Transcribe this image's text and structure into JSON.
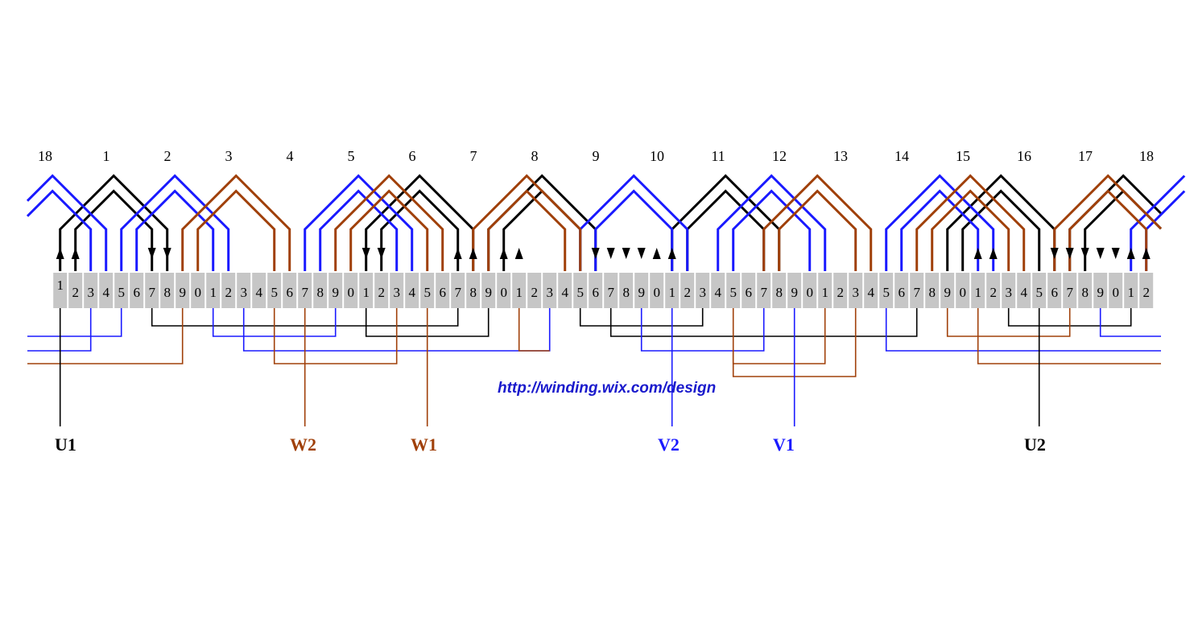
{
  "diagram": {
    "slot_labels": [
      "1",
      "2",
      "3",
      "4",
      "5",
      "6",
      "7",
      "8",
      "9",
      "0",
      "1",
      "2",
      "3",
      "4",
      "5",
      "6",
      "7",
      "8",
      "9",
      "0",
      "1",
      "2",
      "3",
      "4",
      "5",
      "6",
      "7",
      "8",
      "9",
      "0",
      "1",
      "2",
      "3",
      "4",
      "5",
      "6",
      "7",
      "8",
      "9",
      "0",
      "1",
      "2",
      "3",
      "4",
      "5",
      "6",
      "7",
      "8",
      "9",
      "0",
      "1",
      "2",
      "3",
      "4",
      "5",
      "6",
      "7",
      "8",
      "9",
      "0",
      "1",
      "2",
      "3",
      "4",
      "5",
      "6",
      "7",
      "8",
      "9",
      "0",
      "1",
      "2"
    ],
    "pole_numbers": [
      "18",
      "1",
      "2",
      "3",
      "4",
      "5",
      "6",
      "7",
      "8",
      "9",
      "10",
      "11",
      "12",
      "13",
      "14",
      "15",
      "16",
      "17",
      "18"
    ],
    "terminals": [
      {
        "label": "U1",
        "phase": "U"
      },
      {
        "label": "W2",
        "phase": "W"
      },
      {
        "label": "W1",
        "phase": "W"
      },
      {
        "label": "V2",
        "phase": "V"
      },
      {
        "label": "V1",
        "phase": "V"
      },
      {
        "label": "U2",
        "phase": "U"
      }
    ],
    "url": "http://winding.wix.com/design",
    "colors": {
      "U": "#000000",
      "V": "#1a1aff",
      "W": "#a0400a",
      "slot_fill": "#c6c6c6",
      "url": "#1a1acc"
    }
  }
}
